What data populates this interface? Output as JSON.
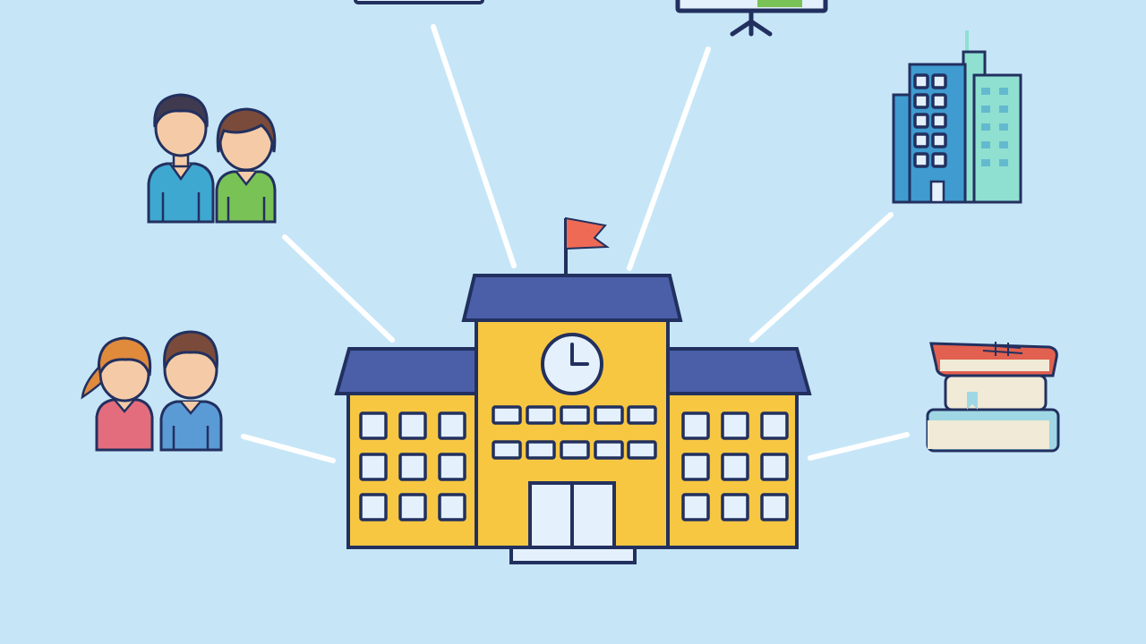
{
  "colors": {
    "background": "#c6e6f8",
    "connector": "#ffffff",
    "outline": "#22305f",
    "building_yellow": "#f7c742",
    "roof_blue": "#4a5fa8",
    "window_blue": "#e4f0fb",
    "flag_red": "#ef6a55",
    "skin": "#f5cba7",
    "hair_dark": "#3f3a4f",
    "hair_brown": "#7a4b3a",
    "hair_orange": "#e08a3c",
    "shirt_blue": "#3ea8d1",
    "shirt_green": "#79c255",
    "shirt_pink": "#e46d7d",
    "shirt_steel": "#5b9bd5",
    "office_blue": "#3f9bd0",
    "office_teal": "#8fe0d0",
    "book_red": "#e2604f",
    "book_cream": "#f0ead6",
    "book_teal": "#9fd8e4"
  },
  "nodes": [
    {
      "id": "school",
      "icon": "school-building-icon"
    },
    {
      "id": "parents",
      "icon": "parents-icon"
    },
    {
      "id": "students",
      "icon": "students-icon"
    },
    {
      "id": "laptop",
      "icon": "laptop-icon"
    },
    {
      "id": "presentation",
      "icon": "presentation-board-icon"
    },
    {
      "id": "offices",
      "icon": "office-buildings-icon"
    },
    {
      "id": "books",
      "icon": "books-stack-icon"
    }
  ]
}
